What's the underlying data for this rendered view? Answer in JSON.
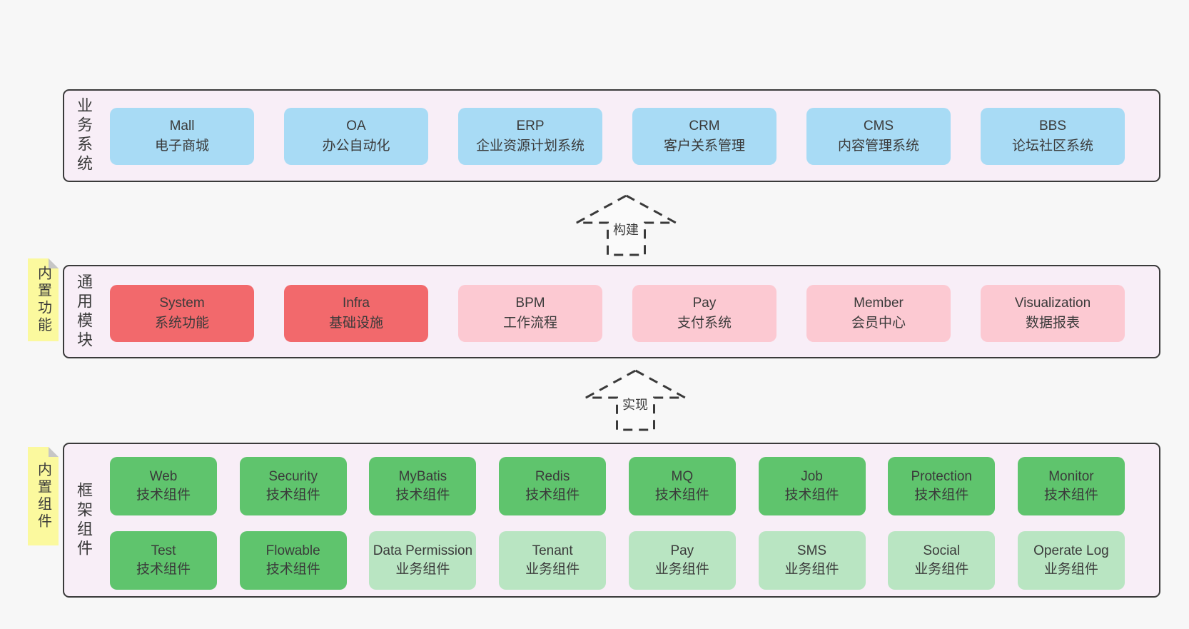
{
  "diagram": {
    "layers": [
      {
        "label": "业务系统",
        "boxes": [
          {
            "en": "Mall",
            "zh": "电子商城"
          },
          {
            "en": "OA",
            "zh": "办公自动化"
          },
          {
            "en": "ERP",
            "zh": "企业资源计划系统"
          },
          {
            "en": "CRM",
            "zh": "客户关系管理"
          },
          {
            "en": "CMS",
            "zh": "内容管理系统"
          },
          {
            "en": "BBS",
            "zh": "论坛社区系统"
          }
        ]
      },
      {
        "label": "通用模块",
        "note": "内置功能",
        "boxes": [
          {
            "en": "System",
            "zh": "系统功能"
          },
          {
            "en": "Infra",
            "zh": "基础设施"
          },
          {
            "en": "BPM",
            "zh": "工作流程"
          },
          {
            "en": "Pay",
            "zh": "支付系统"
          },
          {
            "en": "Member",
            "zh": "会员中心"
          },
          {
            "en": "Visualization",
            "zh": "数据报表"
          }
        ]
      },
      {
        "label": "框架组件",
        "note": "内置组件",
        "rows": [
          [
            {
              "en": "Web",
              "zh": "技术组件"
            },
            {
              "en": "Security",
              "zh": "技术组件"
            },
            {
              "en": "MyBatis",
              "zh": "技术组件"
            },
            {
              "en": "Redis",
              "zh": "技术组件"
            },
            {
              "en": "MQ",
              "zh": "技术组件"
            },
            {
              "en": "Job",
              "zh": "技术组件"
            },
            {
              "en": "Protection",
              "zh": "技术组件"
            },
            {
              "en": "Monitor",
              "zh": "技术组件"
            }
          ],
          [
            {
              "en": "Test",
              "zh": "技术组件"
            },
            {
              "en": "Flowable",
              "zh": "技术组件"
            },
            {
              "en": "Data Permission",
              "zh": "业务组件"
            },
            {
              "en": "Tenant",
              "zh": "业务组件"
            },
            {
              "en": "Pay",
              "zh": "业务组件"
            },
            {
              "en": "SMS",
              "zh": "业务组件"
            },
            {
              "en": "Social",
              "zh": "业务组件"
            },
            {
              "en": "Operate Log",
              "zh": "业务组件"
            }
          ]
        ]
      }
    ],
    "arrows": [
      {
        "label": "构建"
      },
      {
        "label": "实现"
      }
    ],
    "colors": {
      "page_bg": "#f7f7f7",
      "container_bg": "#f8eef7",
      "border": "#3a3a3a",
      "blue": "#a8dbf5",
      "red": "#f2696c",
      "pink": "#fcc9d2",
      "green": "#5fc46d",
      "green_light": "#b9e5c2",
      "sticky_yellow": "#fbf99e",
      "text": "#3a3a3a"
    }
  }
}
